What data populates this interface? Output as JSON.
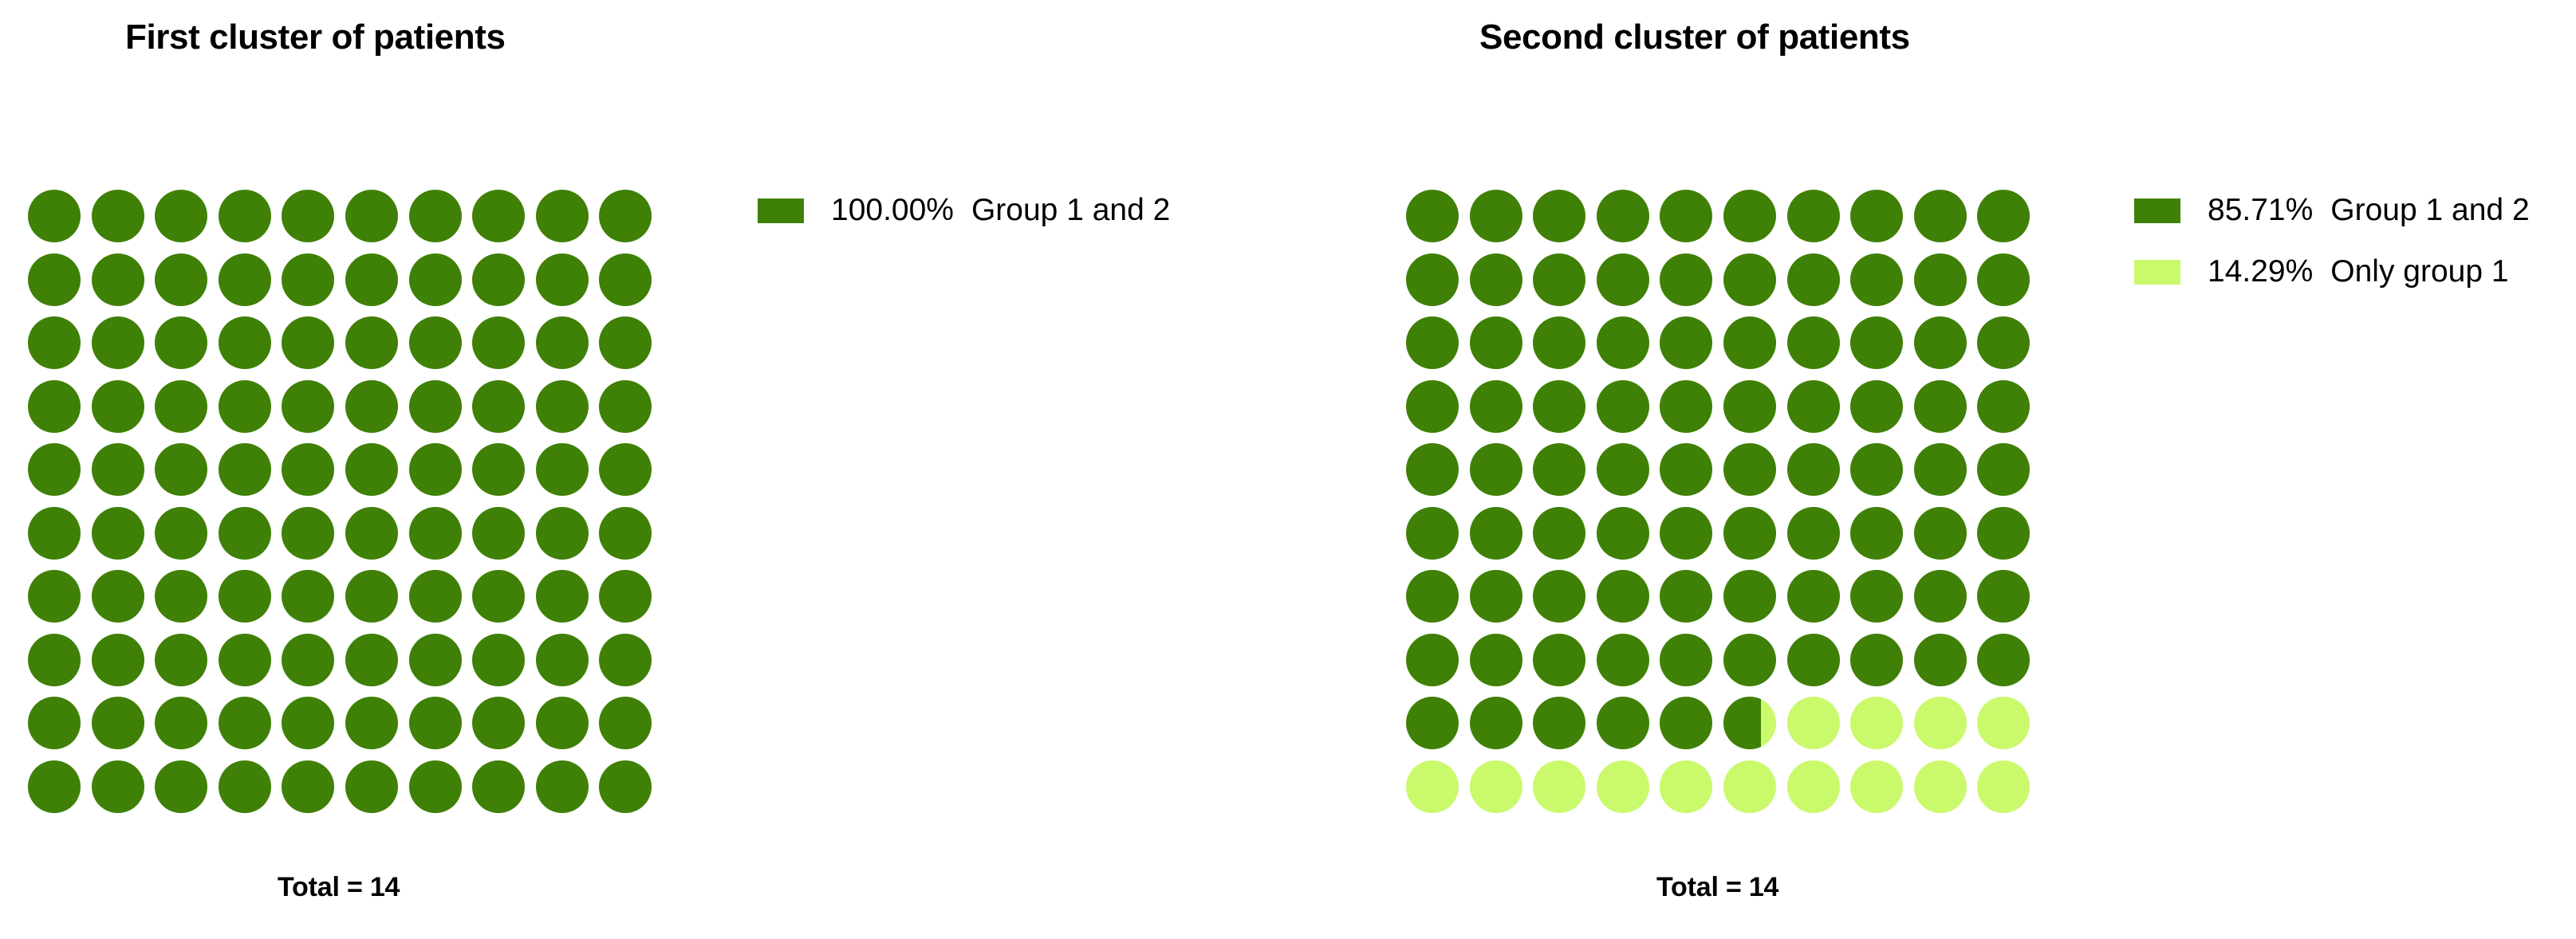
{
  "chart_data": {
    "type": "waffle",
    "title": "",
    "panels": [
      {
        "title": "First cluster of patients",
        "total_label": "Total = 14",
        "grid_rows": 10,
        "grid_cols": 10,
        "categories": [
          "Group 1 and 2"
        ],
        "values": [
          100.0
        ],
        "legend": [
          {
            "percent": "100.00%",
            "label": "Group 1 and 2",
            "color": "#3f8006",
            "value": 100.0
          }
        ],
        "filled_cells": 100.0
      },
      {
        "title": "Second cluster of patients",
        "total_label": "Total = 14",
        "grid_rows": 10,
        "grid_cols": 10,
        "categories": [
          "Group 1 and 2",
          "Only group 1"
        ],
        "values": [
          85.71,
          14.29
        ],
        "legend": [
          {
            "percent": "85.71%",
            "label": "Group 1 and 2",
            "color": "#3f8006",
            "value": 85.71
          },
          {
            "percent": "14.29%",
            "label": "Only group 1",
            "color": "#caf96c",
            "value": 14.29
          }
        ],
        "filled_cells": 85.71
      }
    ],
    "colors": {
      "group_1_and_2": "#3f8006",
      "only_group_1": "#caf96c",
      "background": "#ffffff",
      "text": "#000000"
    },
    "legend_position": "right",
    "grid": false
  }
}
